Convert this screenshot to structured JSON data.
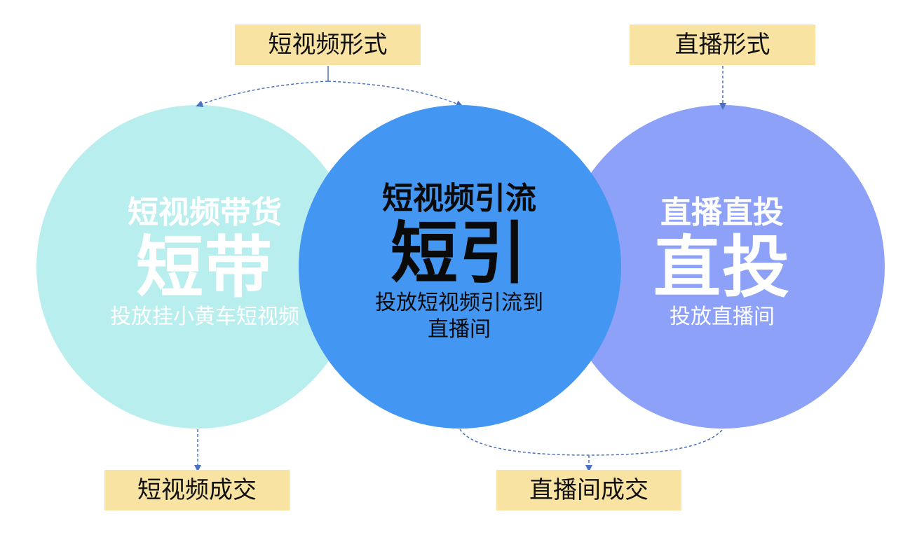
{
  "colors": {
    "box_fill": "#f8e3a3",
    "left_circle": "#b9eeee",
    "middle_circle": "#4396f2",
    "right_circle": "#8ca1f7",
    "connector": "#4a72c0"
  },
  "boxes": {
    "top_left": "短视频形式",
    "top_right": "直播形式",
    "bottom_left": "短视频成交",
    "bottom_right": "直播间成交"
  },
  "circles": {
    "left": {
      "subtitle": "短视频带货",
      "big": "短带",
      "desc": "投放挂小黄车短视频"
    },
    "middle": {
      "subtitle": "短视频引流",
      "big": "短引",
      "desc_line1": "投放短视频引流到",
      "desc_line2": "直播间"
    },
    "right": {
      "subtitle": "直播直投",
      "big": "直投",
      "desc": "投放直播间"
    }
  }
}
